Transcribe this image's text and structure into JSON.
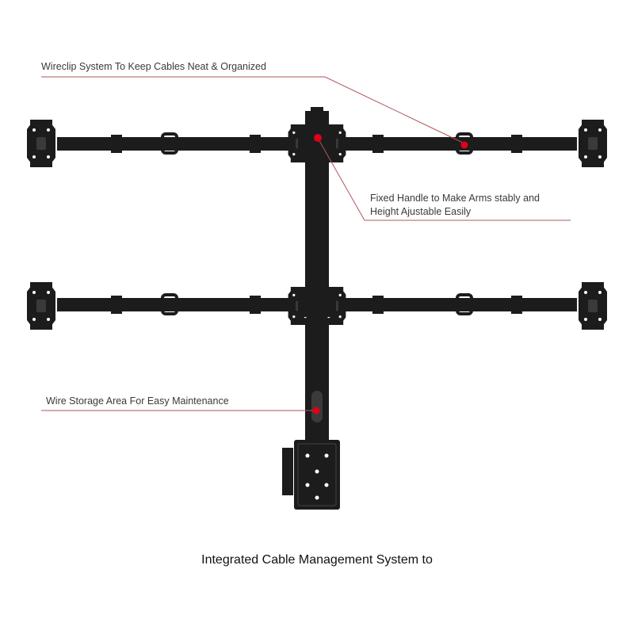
{
  "colors": {
    "metal": "#1c1c1c",
    "metal_light": "#3a3a3a",
    "accent_red": "#e0001b",
    "leader_line": "#b2545e",
    "text": "#3a3a3a",
    "background": "#ffffff"
  },
  "callouts": {
    "wireclip": "Wireclip System To Keep Cables Neat & Organized",
    "handle_line1": "Fixed Handle to Make Arms stably and",
    "handle_line2": "Height Ajustable Easily",
    "storage": "Wire Storage Area For Easy Maintenance"
  },
  "caption": "Integrated Cable Management System to"
}
